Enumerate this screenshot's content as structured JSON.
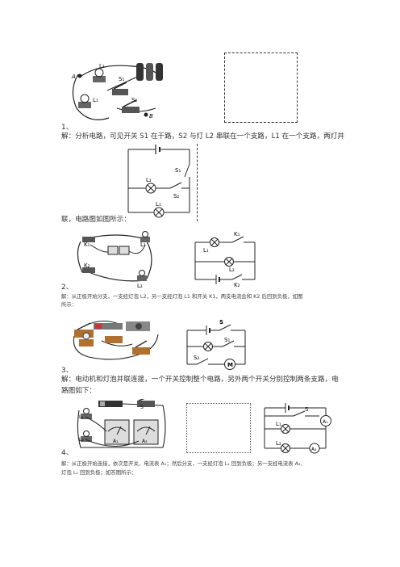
{
  "problem1": {
    "number": "1、",
    "solution_line1": "解：分析电路，可见开关 S1 在干路，S2 与灯 L2 串联在一个支路，L1 在一个支路，两灯并",
    "solution_line2": "联，电路图如图所示：",
    "photo_labels": {
      "a": "A",
      "l2": "L₂",
      "s1": "S₁",
      "l1": "L₁",
      "s2": "S₂",
      "b": "B"
    },
    "diagram_labels": {
      "s1": "S₁",
      "l2": "L₂",
      "s2": "S₂",
      "l1": "L₁"
    }
  },
  "problem2": {
    "number": "2、",
    "solution_line1": "解：从正极开始分支，一支经灯泡 L2，另一支经灯泡 L1 和开关 K1，两支电流会和 K2 后回到负极，如图",
    "solution_line2": "所示：",
    "photo_labels": {
      "k1": "K₁",
      "l1": "L₁",
      "k2": "K₂",
      "l2": "L₂"
    },
    "diagram_labels": {
      "k1": "K₁",
      "l1": "L₁",
      "l2": "L₂",
      "k2": "K₂"
    }
  },
  "problem3": {
    "number": "3、",
    "solution_line1": "解：电动机和灯泡并联连接，一个开关控制整个电路，另外两个开关分别控制两条支路，电",
    "solution_line2": "路图如下：",
    "diagram_labels": {
      "s": "S",
      "s1": "S₁",
      "s2": "S₂",
      "m": "M"
    }
  },
  "problem4": {
    "number": "4、",
    "solution_line1": "解：从正极开始连接，依次是开关、电流表 A₁；然后分支，一支经灯泡 L₁ 回到负极；另一支经电流表 A₂、",
    "solution_line2": "灯泡 L₂ 回到负极；如答图所示：",
    "photo_labels": {
      "s": "S",
      "l1": "L₁",
      "l2": "L₂",
      "a1": "A₁",
      "a2": "A₂"
    },
    "diagram_labels": {
      "s": "S",
      "l1": "L₁",
      "l2": "L₂",
      "a1": "A₁",
      "a2": "A₂"
    }
  }
}
